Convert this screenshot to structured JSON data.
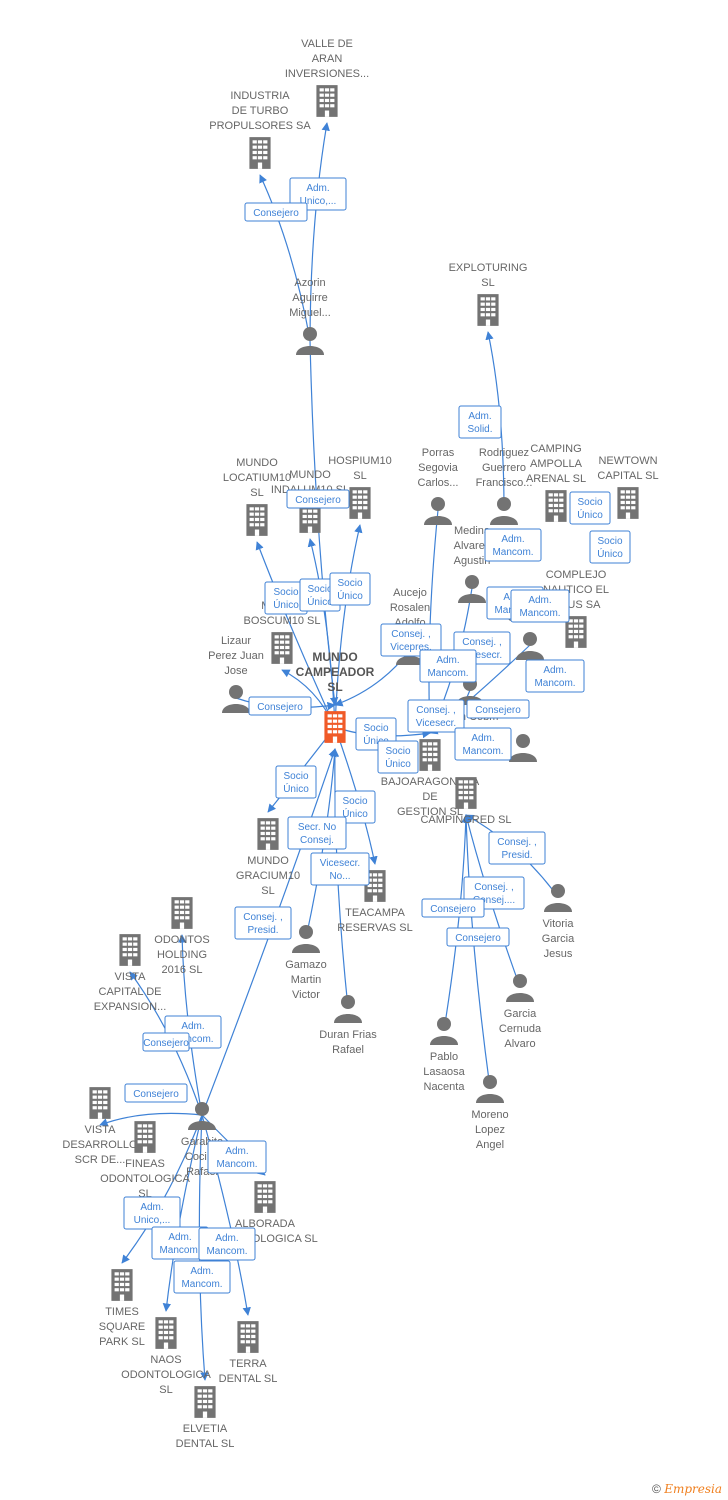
{
  "colors": {
    "edge": "#3f82d6",
    "building": "#737373",
    "center": "#f05a28",
    "person": "#737373"
  },
  "nodes": [
    {
      "id": "mundo_campeador",
      "label": [
        "MUNDO",
        "CAMPEADOR",
        "SL"
      ],
      "kind": "center"
    },
    {
      "id": "valle",
      "label": [
        "VALLE DE",
        "ARAN",
        "INVERSIONES..."
      ],
      "kind": "company"
    },
    {
      "id": "industria",
      "label": [
        "INDUSTRIA",
        "DE TURBO",
        "PROPULSORES SA"
      ],
      "kind": "company"
    },
    {
      "id": "azorin",
      "label": [
        "Azorin",
        "Aguirre",
        "Miguel..."
      ],
      "kind": "person"
    },
    {
      "id": "exploturing",
      "label": [
        "EXPLOTURING",
        "SL"
      ],
      "kind": "company"
    },
    {
      "id": "porras",
      "label": [
        "Porras",
        "Segovia",
        "Carlos..."
      ],
      "kind": "person"
    },
    {
      "id": "rodriguez",
      "label": [
        "Rodriguez",
        "Guerrero",
        "Francisco..."
      ],
      "kind": "person"
    },
    {
      "id": "camping_ampolla",
      "label": [
        "CAMPING",
        "AMPOLLA",
        "ARENAL SL"
      ],
      "kind": "company"
    },
    {
      "id": "newtown",
      "label": [
        "NEWTOWN",
        "CAPITAL  SL"
      ],
      "kind": "company"
    },
    {
      "id": "medina",
      "label": [
        "Medina",
        "Alvarez",
        "Agustin"
      ],
      "kind": "person"
    },
    {
      "id": "complejo",
      "label": [
        "COMPLEJO",
        "NAUTICO EL",
        "...TUS SA"
      ],
      "kind": "company"
    },
    {
      "id": "gutierrez",
      "label": [
        "Gutierrez"
      ],
      "kind": "person"
    },
    {
      "id": "aucejo",
      "label": [
        "Aucejo",
        "Rosalen",
        "Adolfo"
      ],
      "kind": "person"
    },
    {
      "id": "gran_cobm",
      "label": [
        "Gran Cobm"
      ],
      "kind": "person"
    },
    {
      "id": "p_right_mid",
      "label": [],
      "kind": "person"
    },
    {
      "id": "mundo_locatium",
      "label": [
        "MUNDO",
        "LOCATIUM10",
        "SL"
      ],
      "kind": "company"
    },
    {
      "id": "mundo_indalum",
      "label": [
        "MUNDO",
        "INDALUM10  SL"
      ],
      "kind": "company"
    },
    {
      "id": "hospium",
      "label": [
        "HOSPIUM10",
        "SL"
      ],
      "kind": "company"
    },
    {
      "id": "mundo_boscum",
      "label": [
        "MUNDO",
        "BOSCUM10  SL"
      ],
      "kind": "company"
    },
    {
      "id": "lizaur",
      "label": [
        "Lizaur",
        "Perez Juan",
        "Jose"
      ],
      "kind": "person"
    },
    {
      "id": "bajoaragonesa",
      "label": [
        "BAJOARAGONESA",
        "DE",
        "GESTION  SL"
      ],
      "kind": "company"
    },
    {
      "id": "campingred",
      "label": [
        "CAMPINGRED SL"
      ],
      "kind": "company"
    },
    {
      "id": "vitoria",
      "label": [
        "Vitoria",
        "Garcia",
        "Jesus"
      ],
      "kind": "person"
    },
    {
      "id": "garcia",
      "label": [
        "Garcia",
        "Cernuda",
        "Alvaro"
      ],
      "kind": "person"
    },
    {
      "id": "pablo",
      "label": [
        "Pablo",
        "Lasaosa",
        "Nacenta"
      ],
      "kind": "person"
    },
    {
      "id": "moreno",
      "label": [
        "Moreno",
        "Lopez",
        "Angel"
      ],
      "kind": "person"
    },
    {
      "id": "mundo_gracium",
      "label": [
        "MUNDO",
        "GRACIUM10",
        "SL"
      ],
      "kind": "company"
    },
    {
      "id": "teacampa",
      "label": [
        "TEACAMPA",
        "RESERVAS  SL"
      ],
      "kind": "company"
    },
    {
      "id": "gamazo",
      "label": [
        "Gamazo",
        "Martin",
        "Victor"
      ],
      "kind": "person"
    },
    {
      "id": "duran",
      "label": [
        "Duran Frias",
        "Rafael"
      ],
      "kind": "person"
    },
    {
      "id": "odontos",
      "label": [
        "ODONTOS",
        "HOLDING",
        "2016  SL"
      ],
      "kind": "company"
    },
    {
      "id": "vista_capital",
      "label": [
        "VISTA",
        "CAPITAL DE",
        "EXPANSION..."
      ],
      "kind": "company"
    },
    {
      "id": "garabito",
      "label": [
        "Garabito",
        "Cocina",
        "Rafael"
      ],
      "kind": "person"
    },
    {
      "id": "vista_desarrollo",
      "label": [
        "VISTA",
        "DESARROLLO",
        "SCR DE..."
      ],
      "kind": "company"
    },
    {
      "id": "fineas",
      "label": [
        "FINEAS",
        "ODONTOLOGICA",
        "SL"
      ],
      "kind": "company"
    },
    {
      "id": "alborada",
      "label": [
        "ALBORADA",
        "ODONTOLOGICA SL"
      ],
      "kind": "company"
    },
    {
      "id": "times_square",
      "label": [
        "TIMES",
        "SQUARE",
        "PARK  SL"
      ],
      "kind": "company"
    },
    {
      "id": "naos",
      "label": [
        "NAOS",
        "ODONTOLOGICA",
        "SL"
      ],
      "kind": "company"
    },
    {
      "id": "terra",
      "label": [
        "TERRA",
        "DENTAL SL"
      ],
      "kind": "company"
    },
    {
      "id": "elvetia",
      "label": [
        "ELVETIA",
        "DENTAL SL"
      ],
      "kind": "company"
    }
  ],
  "edges": [
    {
      "from": "azorin",
      "to": "valle"
    },
    {
      "from": "azorin",
      "to": "industria"
    },
    {
      "from": "azorin",
      "to": "mundo_campeador"
    },
    {
      "from": "rodriguez",
      "to": "exploturing"
    },
    {
      "from": "mundo_campeador",
      "to": "mundo_locatium"
    },
    {
      "from": "mundo_campeador",
      "to": "mundo_indalum"
    },
    {
      "from": "mundo_campeador",
      "to": "hospium"
    },
    {
      "from": "mundo_campeador",
      "to": "mundo_boscum"
    },
    {
      "from": "lizaur",
      "to": "mundo_campeador"
    },
    {
      "from": "aucejo",
      "to": "mundo_campeador"
    },
    {
      "from": "porras",
      "to": "bajoaragonesa"
    },
    {
      "from": "medina",
      "to": "bajoaragonesa"
    },
    {
      "from": "gutierrez",
      "to": "bajoaragonesa"
    },
    {
      "from": "gran_cobm",
      "to": "bajoaragonesa"
    },
    {
      "from": "mundo_campeador",
      "to": "mundo_gracium"
    },
    {
      "from": "mundo_campeador",
      "to": "teacampa"
    },
    {
      "from": "mundo_campeador",
      "to": "bajoaragonesa"
    },
    {
      "from": "vitoria",
      "to": "campingred"
    },
    {
      "from": "garcia",
      "to": "campingred"
    },
    {
      "from": "pablo",
      "to": "campingred"
    },
    {
      "from": "moreno",
      "to": "campingred"
    },
    {
      "from": "gamazo",
      "to": "mundo_campeador"
    },
    {
      "from": "duran",
      "to": "mundo_campeador"
    },
    {
      "from": "garabito",
      "to": "mundo_campeador"
    },
    {
      "from": "garabito",
      "to": "odontos"
    },
    {
      "from": "garabito",
      "to": "vista_capital"
    },
    {
      "from": "garabito",
      "to": "vista_desarrollo"
    },
    {
      "from": "garabito",
      "to": "times_square"
    },
    {
      "from": "garabito",
      "to": "naos"
    },
    {
      "from": "garabito",
      "to": "terra"
    },
    {
      "from": "garabito",
      "to": "elvetia"
    },
    {
      "from": "garabito",
      "to": "alborada"
    }
  ],
  "badges": [
    {
      "lines": [
        "Adm.",
        "Unico,..."
      ]
    },
    {
      "lines": [
        "Consejero"
      ]
    },
    {
      "lines": [
        "Adm.",
        "Solid."
      ]
    },
    {
      "lines": [
        "Consejero"
      ]
    },
    {
      "lines": [
        "Adm.",
        "Mancom."
      ]
    },
    {
      "lines": [
        "Socio",
        "Único"
      ]
    },
    {
      "lines": [
        "Socio",
        "Único"
      ]
    },
    {
      "lines": [
        "Socio",
        "Único"
      ]
    },
    {
      "lines": [
        "Socio",
        "Único"
      ]
    },
    {
      "lines": [
        "Socio",
        "Único"
      ]
    },
    {
      "lines": [
        "Adm.",
        "Mancom."
      ]
    },
    {
      "lines": [
        "Adm.",
        "Mancom."
      ]
    },
    {
      "lines": [
        "Consej. ,",
        "Vicepres."
      ]
    },
    {
      "lines": [
        "Consej. ,",
        "Vicesecr."
      ]
    },
    {
      "lines": [
        "Adm.",
        "Mancom."
      ]
    },
    {
      "lines": [
        "Adm.",
        "Mancom."
      ]
    },
    {
      "lines": [
        "Consejero"
      ]
    },
    {
      "lines": [
        "Consej. ,",
        "Vicesecr."
      ]
    },
    {
      "lines": [
        "Consejero"
      ]
    },
    {
      "lines": [
        "Adm.",
        "Mancom."
      ]
    },
    {
      "lines": [
        "Socio",
        "Único"
      ]
    },
    {
      "lines": [
        "Socio",
        "Único"
      ]
    },
    {
      "lines": [
        "Socio",
        "Único"
      ]
    },
    {
      "lines": [
        "Socio",
        "Único"
      ]
    },
    {
      "lines": [
        "Secr.  No",
        "Consej."
      ]
    },
    {
      "lines": [
        "Vicesecr.",
        "No..."
      ]
    },
    {
      "lines": [
        "Consej. ,",
        "Presid."
      ]
    },
    {
      "lines": [
        "Consej. ,",
        "Presid."
      ]
    },
    {
      "lines": [
        "Consej. ,",
        "Consej...."
      ]
    },
    {
      "lines": [
        "Consejero"
      ]
    },
    {
      "lines": [
        "Consejero"
      ]
    },
    {
      "lines": [
        "Adm.",
        "Mancom."
      ]
    },
    {
      "lines": [
        "Consejero"
      ]
    },
    {
      "lines": [
        "Consejero"
      ]
    },
    {
      "lines": [
        "Adm.",
        "Mancom."
      ]
    },
    {
      "lines": [
        "Adm.",
        "Unico,..."
      ]
    },
    {
      "lines": [
        "Adm.",
        "Mancom."
      ]
    },
    {
      "lines": [
        "Adm.",
        "Mancom."
      ]
    },
    {
      "lines": [
        "Adm.",
        "Mancom."
      ]
    }
  ],
  "credit": {
    "symbol": "©",
    "brand": "Empresia"
  }
}
